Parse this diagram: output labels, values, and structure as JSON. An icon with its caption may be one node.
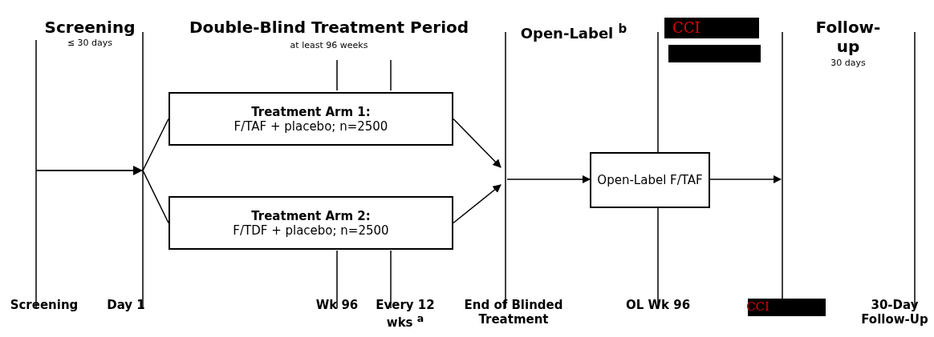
{
  "diagram": {
    "nodes": [
      {
        "text": [
          "Treatment Arm 1:",
          "F/TAF + placebo; n=2500"
        ]
      },
      {
        "text": [
          "Treatment Arm 2:",
          "F/TDF + placebo; n=2500"
        ]
      },
      {
        "text": [
          "Open-Label F/TAF"
        ]
      }
    ],
    "edges": [
      {
        "from": null,
        "to": 0,
        "arrow": "none"
      },
      {
        "from": null,
        "to": 1,
        "arrow": "none"
      },
      {
        "from": 0,
        "to": null,
        "arrow": "to"
      },
      {
        "from": 1,
        "to": null,
        "arrow": "to"
      },
      {
        "from": null,
        "to": 2,
        "arrow": "to"
      },
      {
        "from": 2,
        "to": null,
        "arrow": "to"
      }
    ],
    "labels": [
      "Screening",
      "≤ 30 days",
      "Double-Blind Treatment Period",
      "at least 96 weeks",
      "Open-Label $^{b}$",
      "CCI",
      "Follow-up",
      "30 days",
      "Screening",
      "Day 1",
      "Wk 96",
      "Every 12 wks $^{a}$",
      "End of Blinded Treatment",
      "OL Wk 96",
      "CCI",
      "30-Day Follow-Up"
    ]
  }
}
